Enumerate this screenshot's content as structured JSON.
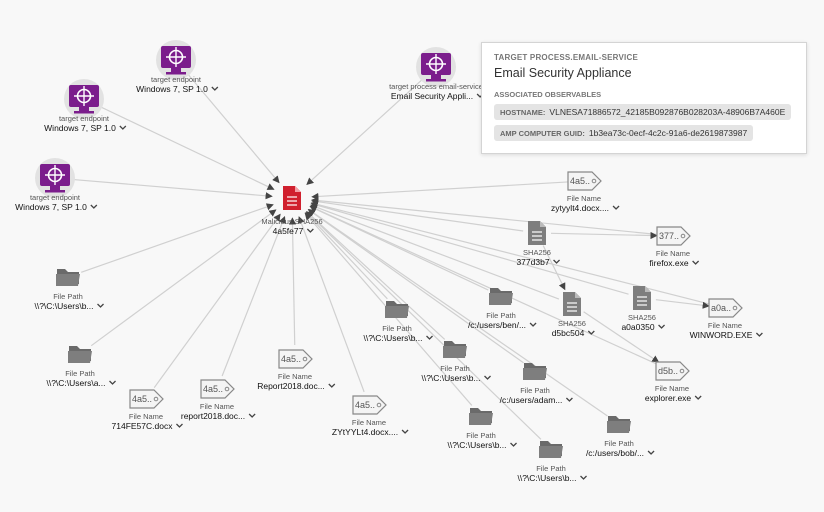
{
  "center": {
    "type": "Malicious SHA256",
    "value": "4a5fe77"
  },
  "nodes": [
    {
      "id": "ep1",
      "kind": "endpoint",
      "type": "target endpoint",
      "value": "Windows 7, SP 1.0"
    },
    {
      "id": "ep2",
      "kind": "endpoint",
      "type": "target endpoint",
      "value": "Windows 7, SP 1.0"
    },
    {
      "id": "ep3",
      "kind": "endpoint",
      "type": "target endpoint",
      "value": "Windows 7, SP 1.0"
    },
    {
      "id": "ep4",
      "kind": "endpoint",
      "type": "target process email-service",
      "value": "Email Security Appli..."
    },
    {
      "id": "fp1",
      "kind": "folder",
      "type": "File Path",
      "value": "\\\\?\\C:\\Users\\b..."
    },
    {
      "id": "fp2",
      "kind": "folder",
      "type": "File Path",
      "value": "\\\\?\\C:\\Users\\a..."
    },
    {
      "id": "fn1",
      "kind": "tag",
      "tag": "4a5..",
      "type": "File Name",
      "value": "714FE57C.docx"
    },
    {
      "id": "fn2",
      "kind": "tag",
      "tag": "4a5..",
      "type": "File Name",
      "value": "report2018.doc..."
    },
    {
      "id": "fn3",
      "kind": "tag",
      "tag": "4a5..",
      "type": "File Name",
      "value": "Report2018.doc..."
    },
    {
      "id": "fn4",
      "kind": "tag",
      "tag": "4a5..",
      "type": "File Name",
      "value": "ZYtYYLt4.docx...."
    },
    {
      "id": "fp3",
      "kind": "folder",
      "type": "File Path",
      "value": "\\\\?\\C:\\Users\\b..."
    },
    {
      "id": "fp4",
      "kind": "folder",
      "type": "File Path",
      "value": "\\\\?\\C:\\Users\\b..."
    },
    {
      "id": "fp5",
      "kind": "folder",
      "type": "File Path",
      "value": "\\\\?\\C:\\Users\\b..."
    },
    {
      "id": "fp6",
      "kind": "folder",
      "type": "File Path",
      "value": "\\\\?\\C:\\Users\\b..."
    },
    {
      "id": "fp7",
      "kind": "folder",
      "type": "File Path",
      "value": "/c:/users/ben/..."
    },
    {
      "id": "fp8",
      "kind": "folder",
      "type": "File Path",
      "value": "/c:/users/adam..."
    },
    {
      "id": "fp9",
      "kind": "folder",
      "type": "File Path",
      "value": "/c:/users/bob/..."
    },
    {
      "id": "fn5",
      "kind": "tag",
      "tag": "4a5..",
      "type": "File Name",
      "value": "zytyylt4.docx...."
    },
    {
      "id": "sh1",
      "kind": "doc",
      "type": "SHA256",
      "value": "377d3b7"
    },
    {
      "id": "sh2",
      "kind": "doc",
      "type": "SHA256",
      "value": "d5bc504"
    },
    {
      "id": "sh3",
      "kind": "doc",
      "type": "SHA256",
      "value": "a0a0350"
    },
    {
      "id": "fn6",
      "kind": "tag",
      "tag": "377..",
      "type": "File Name",
      "value": "firefox.exe"
    },
    {
      "id": "fn7",
      "kind": "tag",
      "tag": "a0a..",
      "type": "File Name",
      "value": "WINWORD.EXE"
    },
    {
      "id": "fn8",
      "kind": "tag",
      "tag": "d5b..",
      "type": "File Name",
      "value": "explorer.exe"
    }
  ],
  "popup": {
    "eyebrow": "TARGET PROCESS.EMAIL-SERVICE",
    "title": "Email Security Appliance",
    "section": "ASSOCIATED OBSERVABLES",
    "hostname_key": "HOSTNAME:",
    "hostname_value": "VLNESA71886572_42185B092876B028203A-48906B7A460E",
    "guid_key": "AMP COMPUTER GUID:",
    "guid_value": "1b3ea73c-0ecf-4c2c-91a6-de2619873987"
  },
  "colors": {
    "endpoint": "#7b1d8c",
    "halo": "#e2e2e2",
    "malicious": "#d0202e",
    "icon_gray": "#7e7e7e",
    "edge": "#d0d0d0"
  },
  "icons": {
    "endpoint": "monitor-crosshair-icon",
    "folder": "folder-icon",
    "doc": "document-icon",
    "tag": "tag-icon",
    "malicious": "malicious-document-icon",
    "chevron": "chevron-down-icon"
  }
}
